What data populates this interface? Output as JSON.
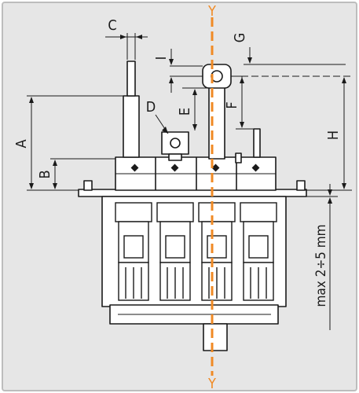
{
  "colors": {
    "background": "#e6e6e6",
    "frame": "#bdbdbd",
    "line": "#1a1a1a",
    "axis": "#f08a24"
  },
  "axis": {
    "top_label": "Y",
    "bottom_label": "Y"
  },
  "dimensions": {
    "a": "A",
    "b": "B",
    "c": "C",
    "d": "D",
    "e": "E",
    "f": "F",
    "g": "G",
    "h": "H",
    "i": "I",
    "max": "max 2÷5 mm"
  }
}
